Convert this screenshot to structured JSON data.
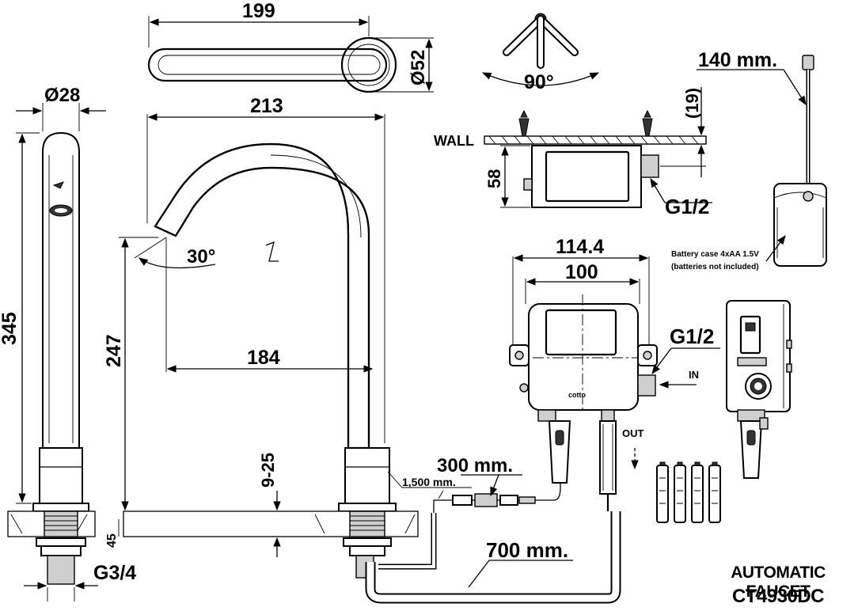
{
  "labels": {
    "dim_top_width": "199",
    "dim_top_dia": "Ø52",
    "dim_angle_90": "90°",
    "dim_wire_140": "140 mm.",
    "dim_19": "(19)",
    "wall": "WALL",
    "dim_58": "58",
    "dim_g12_box": "G1/2",
    "battery_line1": "Battery case 4xAA 1.5V",
    "battery_line2": "(batteries not included)",
    "dim_dia28": "Ø28",
    "dim_213": "213",
    "dim_345": "345",
    "dim_30deg": "30°",
    "dim_247": "247",
    "dim_184": "184",
    "dim_114": "114.4",
    "dim_100": "100",
    "dim_g12_side": "G1/2",
    "in_label": "IN",
    "out_label": "OUT",
    "brand": "cotto",
    "dim_925": "9-25",
    "dim_300mm": "300 mm.",
    "dim_1500mm": "1,500 mm.",
    "dim_45": "45",
    "dim_700mm": "700 mm.",
    "dim_g34": "G3/4",
    "product_type": "AUTOMATIC FAUCET",
    "model": "CT4930DC"
  }
}
